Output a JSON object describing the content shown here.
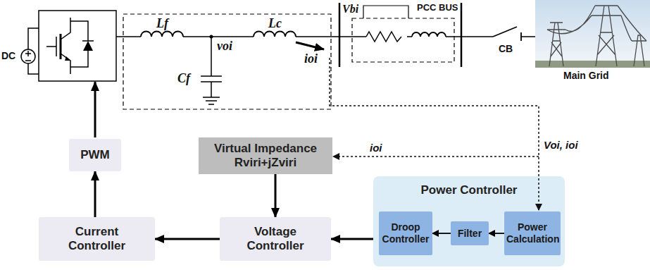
{
  "diagram": {
    "nodes": [
      {
        "text": [
          "PWM"
        ]
      },
      {
        "text": [
          "Virtual Impedance",
          "Rviri+jZviri"
        ]
      },
      {
        "text": [
          "Current Controller"
        ]
      },
      {
        "text": [
          "Voltage Controller"
        ]
      },
      {
        "text": [
          "Power Controller"
        ]
      },
      {
        "text": [
          "Droop Controller"
        ],
        "in": 4
      },
      {
        "text": [
          "Filter"
        ],
        "in": 4
      },
      {
        "text": [
          "Power Calculation"
        ],
        "in": 4
      }
    ],
    "edges": [
      {
        "from": 2,
        "to": 0,
        "arrow": "to"
      },
      {
        "from": 3,
        "to": 2,
        "arrow": "to"
      },
      {
        "from": 1,
        "to": 3,
        "arrow": "to"
      },
      {
        "from": 4,
        "to": 3,
        "arrow": "to"
      },
      {
        "from": 7,
        "to": 6,
        "arrow": "to"
      },
      {
        "from": 6,
        "to": 5,
        "arrow": "to"
      }
    ],
    "labels": [
      "DC",
      "Lf",
      "voi",
      "Lc",
      "Cf",
      "ioi",
      "Vbi",
      "PCC BUS",
      "CB",
      "Main Grid",
      "ioi",
      "Voi, ioi"
    ]
  }
}
